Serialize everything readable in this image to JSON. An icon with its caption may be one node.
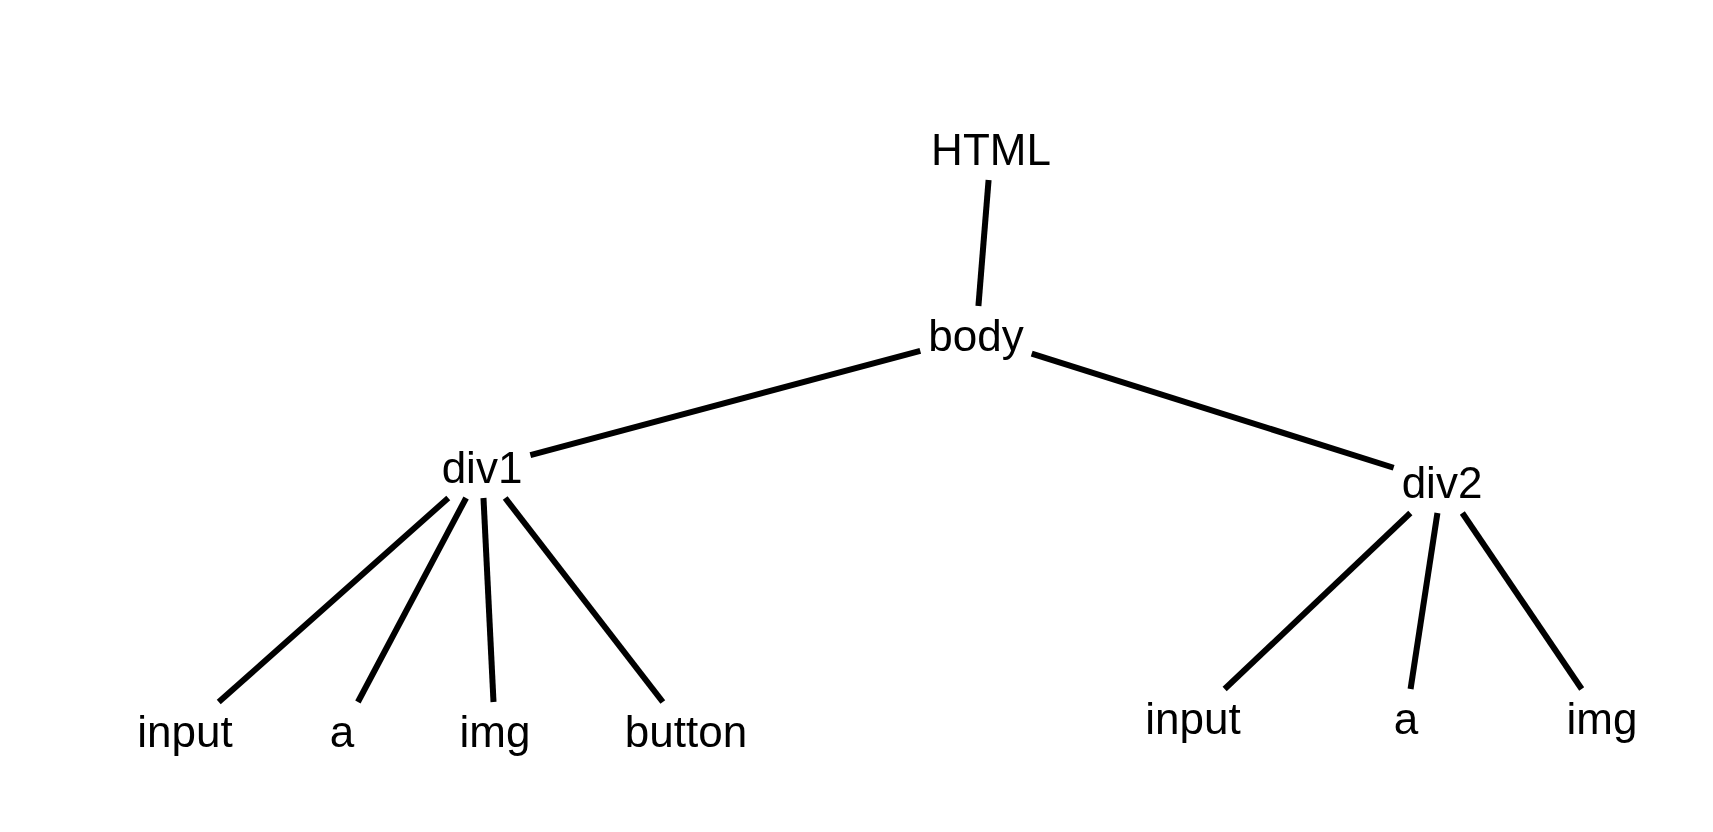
{
  "diagram": {
    "nodes": [
      {
        "text": [
          "HTML"
        ]
      },
      {
        "text": [
          "body"
        ]
      },
      {
        "text": [
          "div1"
        ]
      },
      {
        "text": [
          "div2"
        ]
      },
      {
        "text": [
          "input"
        ]
      },
      {
        "text": [
          "a"
        ]
      },
      {
        "text": [
          "img"
        ]
      },
      {
        "text": [
          "button"
        ]
      },
      {
        "text": [
          "input"
        ]
      },
      {
        "text": [
          "a"
        ]
      },
      {
        "text": [
          "img"
        ]
      }
    ],
    "edges": [
      {
        "from": 0,
        "to": 1,
        "arrow": "none"
      },
      {
        "from": 1,
        "to": 2,
        "arrow": "none"
      },
      {
        "from": 1,
        "to": 3,
        "arrow": "none"
      },
      {
        "from": 2,
        "to": 4,
        "arrow": "none"
      },
      {
        "from": 2,
        "to": 5,
        "arrow": "none"
      },
      {
        "from": 2,
        "to": 6,
        "arrow": "none"
      },
      {
        "from": 2,
        "to": 7,
        "arrow": "none"
      },
      {
        "from": 3,
        "to": 8,
        "arrow": "none"
      },
      {
        "from": 3,
        "to": 9,
        "arrow": "none"
      },
      {
        "from": 3,
        "to": 10,
        "arrow": "none"
      }
    ]
  }
}
